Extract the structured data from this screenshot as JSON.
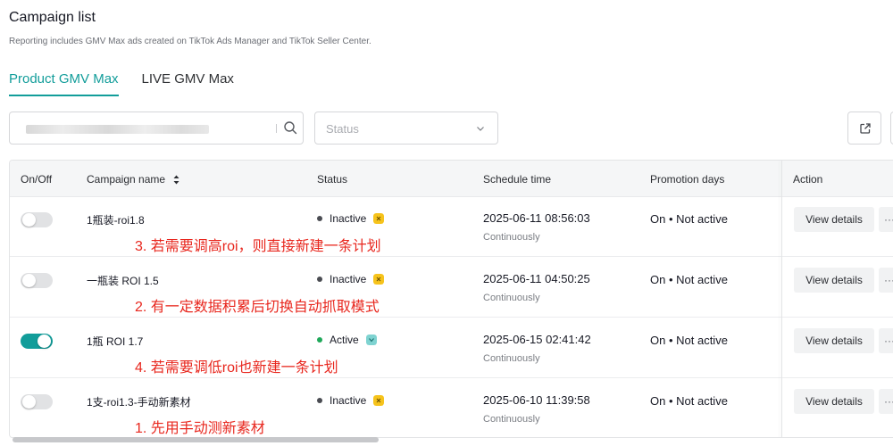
{
  "header": {
    "title": "Campaign list",
    "subtitle": "Reporting includes GMV Max ads created on TikTok Ads Manager and TikTok Seller Center."
  },
  "tabs": [
    {
      "label": "Product GMV Max",
      "active": true
    },
    {
      "label": "LIVE GMV Max",
      "active": false
    }
  ],
  "filters": {
    "search_value": "",
    "status_placeholder": "Status"
  },
  "table": {
    "columns": {
      "onoff": "On/Off",
      "name": "Campaign name",
      "status": "Status",
      "schedule": "Schedule time",
      "promo_days": "Promotion days",
      "action": "Action"
    },
    "rows": [
      {
        "toggle_on": false,
        "name": "1瓶装-roi1.8",
        "status": "Inactive",
        "status_color": "#4a4c52",
        "badge_color": "#f6c31c",
        "schedule": "2025-06-11 08:56:03",
        "schedule_sub": "Continuously",
        "promo_days": "On • Not active",
        "view_label": "View details",
        "more_label": "···",
        "annotation": "3. 若需要调高roi，则直接新建一条计划"
      },
      {
        "toggle_on": false,
        "name": "一瓶装 ROI 1.5",
        "status": "Inactive",
        "status_color": "#4a4c52",
        "badge_color": "#f6c31c",
        "schedule": "2025-06-11 04:50:25",
        "schedule_sub": "Continuously",
        "promo_days": "On • Not active",
        "view_label": "View details",
        "more_label": "···",
        "annotation": "2. 有一定数据积累后切换自动抓取模式"
      },
      {
        "toggle_on": true,
        "name": "1瓶 ROI 1.7",
        "status": "Active",
        "status_color": "#1fa85a",
        "badge_color": "#7fd3d1",
        "schedule": "2025-06-15 02:41:42",
        "schedule_sub": "Continuously",
        "promo_days": "On • Not active",
        "view_label": "View details",
        "more_label": "···",
        "annotation": "4. 若需要调低roi也新建一条计划"
      },
      {
        "toggle_on": false,
        "name": "1支-roi1.3-手动新素材",
        "status": "Inactive",
        "status_color": "#4a4c52",
        "badge_color": "#f6c31c",
        "schedule": "2025-06-10 11:39:58",
        "schedule_sub": "Continuously",
        "promo_days": "On • Not active",
        "view_label": "View details",
        "more_label": "···",
        "annotation": "1. 先用手动测新素材"
      }
    ]
  },
  "colors": {
    "accent": "#129d9a",
    "annotation": "#e8271e"
  }
}
